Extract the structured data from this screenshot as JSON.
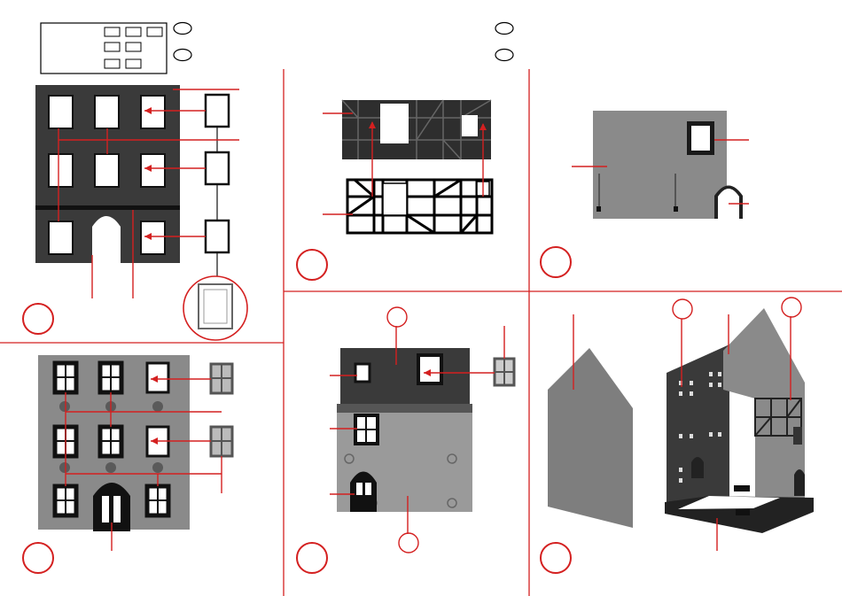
{
  "diagram": {
    "title": "",
    "panels": [
      {
        "name": "front-facade",
        "step": ""
      },
      {
        "name": "timber-frame-wall",
        "step": ""
      },
      {
        "name": "side-wall",
        "step": ""
      },
      {
        "name": "front-facade-windows",
        "step": ""
      },
      {
        "name": "rear-wall",
        "step": ""
      },
      {
        "name": "house-assembly",
        "step": ""
      }
    ],
    "legend": {
      "language_marks": [
        "",
        "",
        "",
        ""
      ]
    },
    "colors": {
      "accent_red": "#d42020",
      "part_dark": "#3a3a3a",
      "part_grey": "#8a8a8a",
      "outline": "#000000"
    }
  }
}
